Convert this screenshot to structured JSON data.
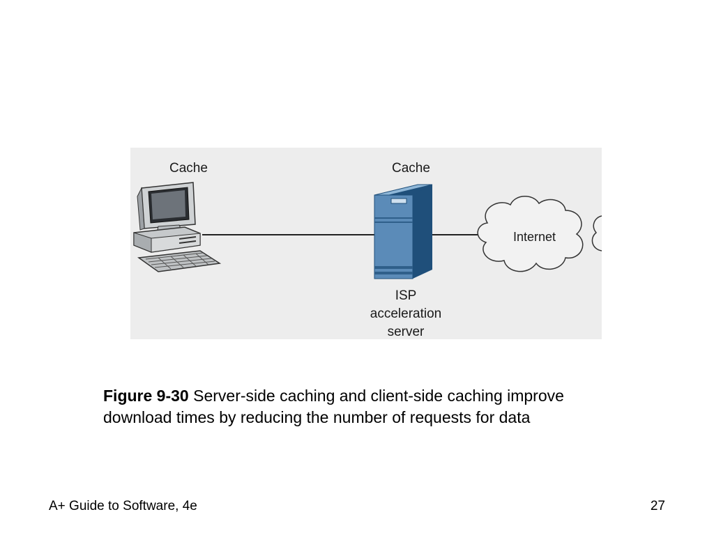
{
  "diagram": {
    "client_cache_label": "Cache",
    "server_cache_label": "Cache",
    "internet_label": "Internet",
    "isp_label_lines": [
      "ISP",
      "acceleration",
      "server"
    ],
    "icons": [
      "client-computer-icon",
      "server-tower-icon",
      "cloud-icon"
    ],
    "colors": {
      "background": "#ededed",
      "server_front": "#5b8bb8",
      "server_side": "#1f4f7a",
      "server_top": "#8fb7d8"
    }
  },
  "caption": {
    "figure_number": "Figure 9-30",
    "text": "Server-side caching and client-side caching improve download times by reducing the number of requests for data"
  },
  "footer": {
    "title": "A+ Guide to Software, 4e",
    "page_number": "27"
  }
}
